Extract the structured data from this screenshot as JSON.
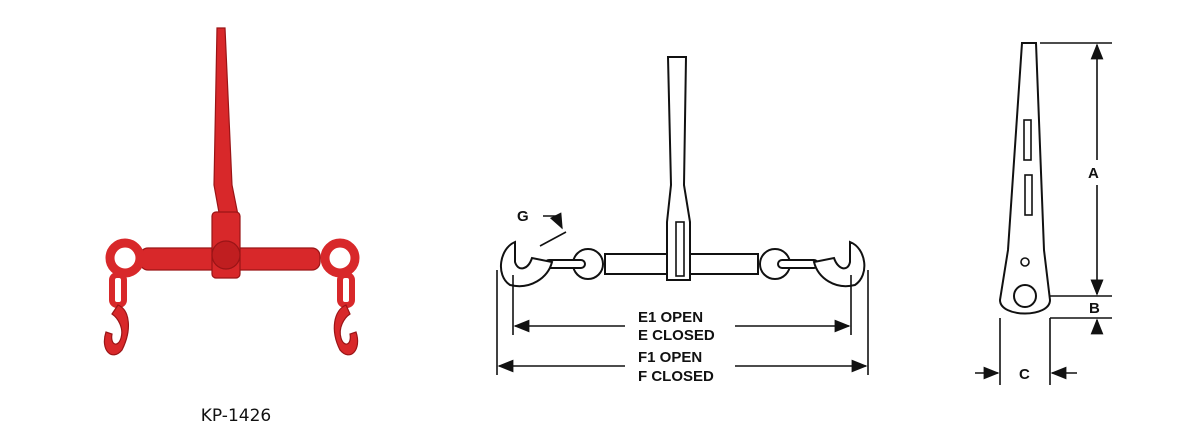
{
  "product": {
    "model_label": "KP-1426",
    "color": "#d8282a"
  },
  "side_view": {
    "g_label": "G",
    "e_open_label": "E1 OPEN",
    "e_closed_label": "E CLOSED",
    "f_open_label": "F1 OPEN",
    "f_closed_label": "F CLOSED"
  },
  "end_view": {
    "a_label": "A",
    "b_label": "B",
    "c_label": "C"
  }
}
